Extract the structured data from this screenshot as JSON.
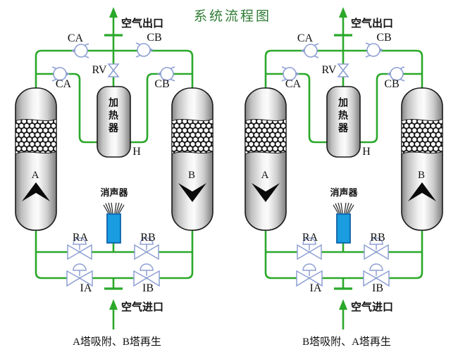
{
  "title": "系统流程图",
  "colors": {
    "pipe_green": "#2aa82a",
    "valve_blue": "#8e9fd4",
    "silencer_fill": "#199ce0",
    "silencer_border": "#0d62a8",
    "title_green": "#2e7b33",
    "vessel_outline": "#1a1a1a",
    "arrow_black": "#0a0a0a"
  },
  "shared": {
    "outlet_label": "空气出口",
    "inlet_label": "空气进口",
    "silencer_label": "消声器",
    "heater_label": "加热器",
    "heater_tag": "H",
    "valve_ca": "CA",
    "valve_cb": "CB",
    "valve_rv": "RV",
    "valve_ra": "RA",
    "valve_rb": "RB",
    "valve_ia": "IA",
    "valve_ib": "IB",
    "tower_a": "A",
    "tower_b": "B"
  },
  "diagrams": [
    {
      "caption": "A塔吸附、B塔再生",
      "tower_a_flow": "up",
      "tower_b_flow": "down"
    },
    {
      "caption": "B塔吸附、A塔再生",
      "tower_a_flow": "down",
      "tower_b_flow": "up"
    }
  ]
}
